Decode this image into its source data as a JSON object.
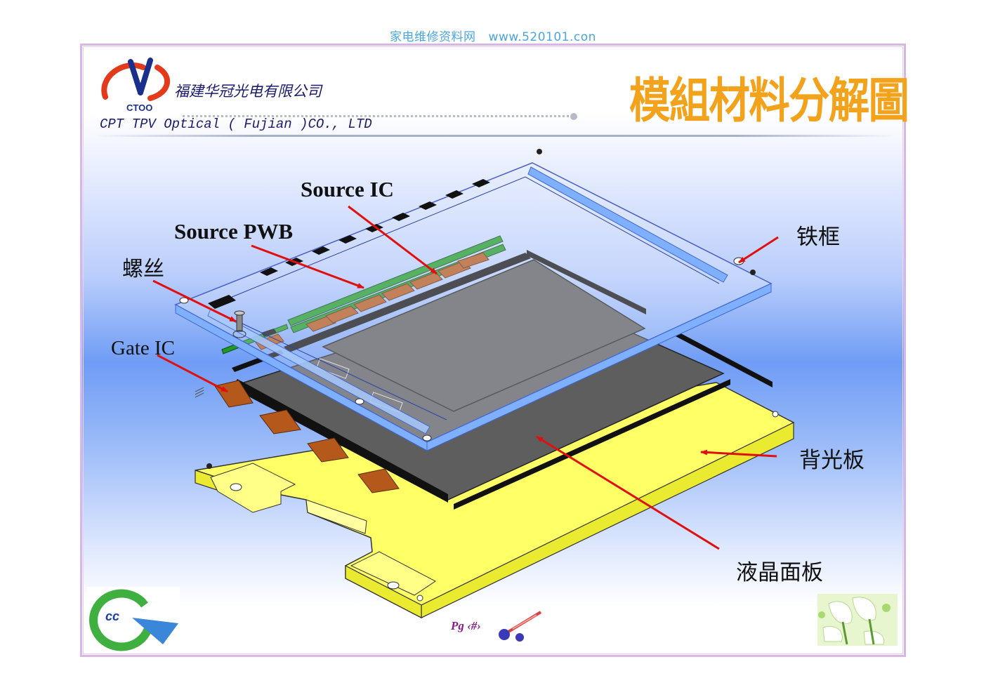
{
  "watermark": {
    "site_name": "家电维修资料网",
    "url": "www.520101.con"
  },
  "header": {
    "company_cn": "福建华冠光电有限公司",
    "company_en": "CPT TPV Optical ( Fujian )CO., LTD",
    "logo_text": "CTOO",
    "title": "模組材料分解圖"
  },
  "diagram": {
    "labels": {
      "source_ic": "Source IC",
      "source_pwb": "Source PWB",
      "screw": "螺丝",
      "gate_ic": "Gate IC",
      "iron_frame": "铁框",
      "backlight": "背光板",
      "lcd_panel": "液晶面板"
    },
    "colors": {
      "backlight": "#ffff66",
      "panel": "#5e5e5e",
      "frame": "#7fb0ff",
      "pcb": "#1f9a2a",
      "chip": "#b4581c",
      "arrow": "#e01010"
    }
  },
  "footer": {
    "logo_text": "cc",
    "page_label": "Pg ‹#›"
  }
}
